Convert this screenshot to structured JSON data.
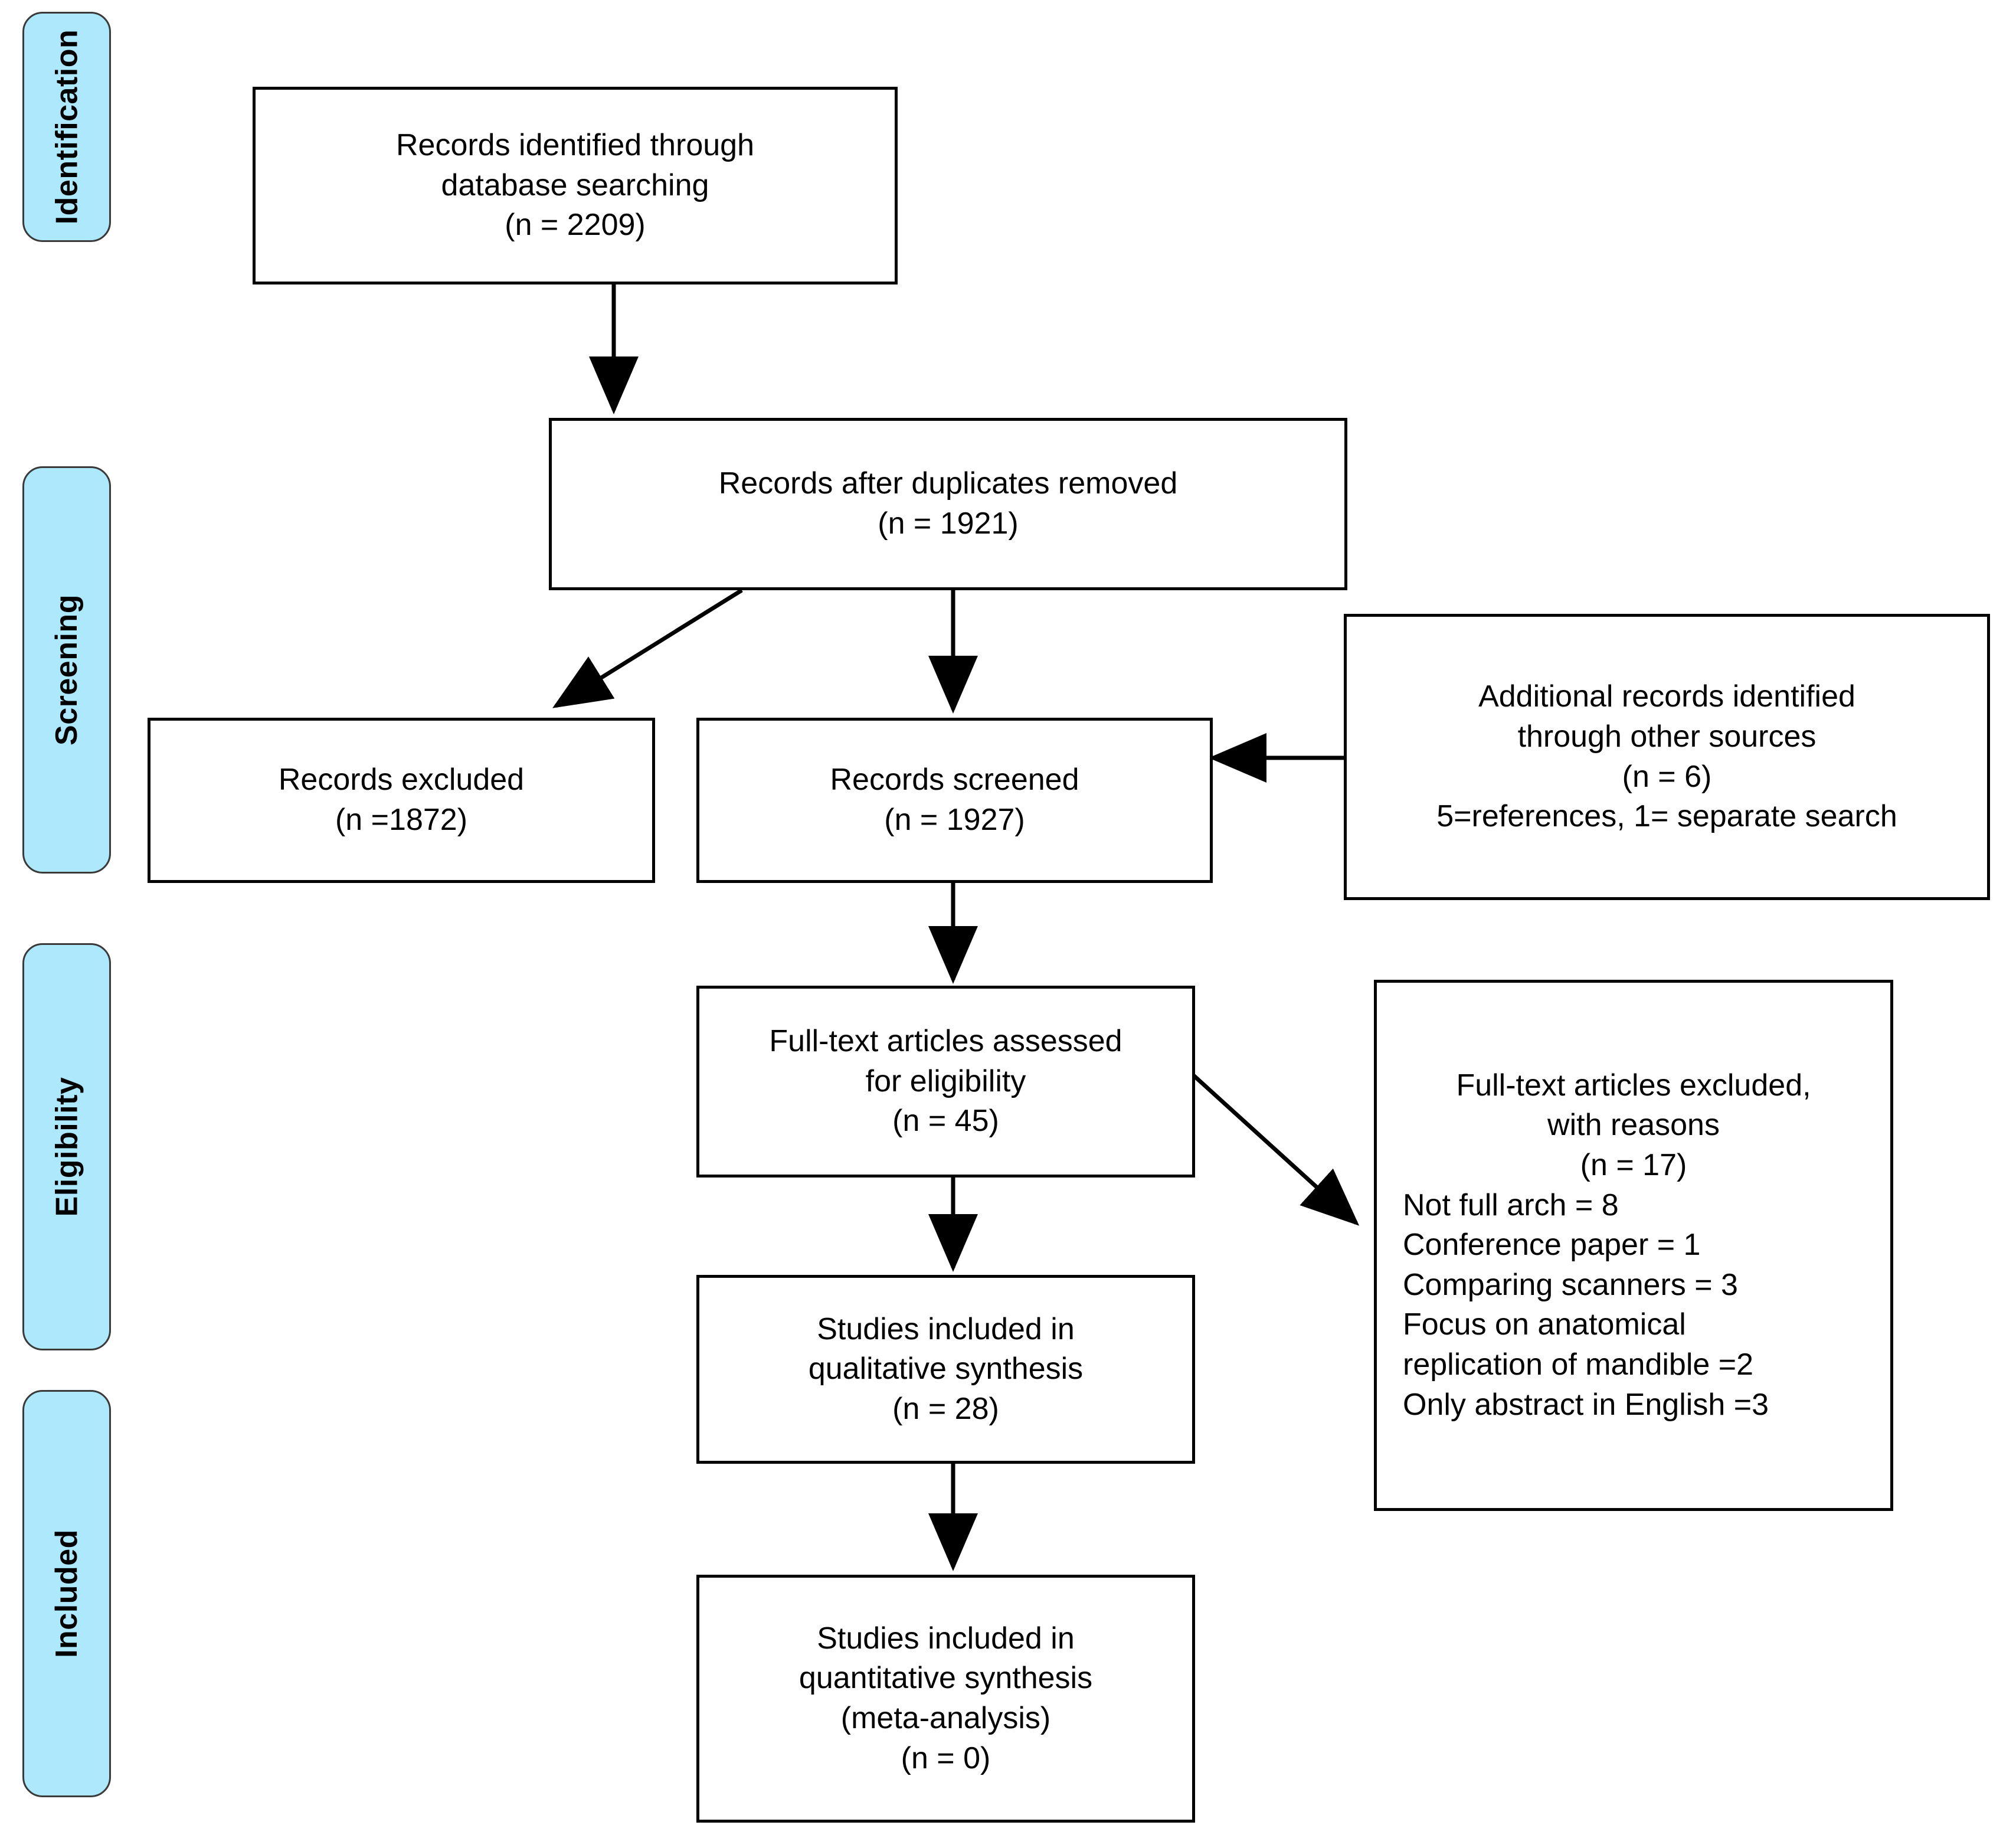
{
  "figure": {
    "type": "prisma-flow-diagram",
    "accent_color": "#ade8fd",
    "border_color": "#000000",
    "pill_border_color": "#3a3a3a",
    "background": "#ffffff"
  },
  "stages": [
    {
      "id": "identification",
      "label": "Identification"
    },
    {
      "id": "screening",
      "label": "Screening"
    },
    {
      "id": "eligibility",
      "label": "Eligibility"
    },
    {
      "id": "included",
      "label": "Included"
    }
  ],
  "boxes": {
    "identified": {
      "l1": "Records identified through",
      "l2": "database searching",
      "l3": "(n = 2209)"
    },
    "after_duplicates": {
      "l1": "Records after duplicates removed",
      "l2": "(n = 1921)"
    },
    "records_excluded": {
      "l1": "Records excluded",
      "l2": "(n =1872)"
    },
    "records_screened": {
      "l1": "Records screened",
      "l2": "(n = 1927)"
    },
    "additional_records": {
      "l1": "Additional records identified",
      "l2": "through other sources",
      "l3": "(n = 6)",
      "l4": "5=references, 1= separate search"
    },
    "fulltext_assessed": {
      "l1": "Full-text articles assessed",
      "l2": "for eligibility",
      "l3": "(n = 45)"
    },
    "fulltext_excluded": {
      "l1": "Full-text articles excluded,",
      "l2": "with reasons",
      "l3": "(n = 17)",
      "r1": "Not full arch = 8",
      "r2": "Conference paper = 1",
      "r3": "Comparing scanners = 3",
      "r4": "Focus on anatomical",
      "r5": "replication of mandible =2",
      "r6": "Only abstract in English =3"
    },
    "qualitative": {
      "l1": "Studies included in",
      "l2": "qualitative synthesis",
      "l3": "(n = 28)"
    },
    "quantitative": {
      "l1": "Studies included in",
      "l2": "quantitative synthesis",
      "l3": "(meta-analysis)",
      "l4": "(n = 0)"
    }
  },
  "chart_data": {
    "type": "diagram",
    "title": "PRISMA flow diagram",
    "nodes": [
      {
        "id": "identified",
        "stage": "Identification",
        "text": "Records identified through database searching",
        "n": 2209
      },
      {
        "id": "after_duplicates",
        "stage": "Screening",
        "text": "Records after duplicates removed",
        "n": 1921
      },
      {
        "id": "records_excluded",
        "stage": "Screening",
        "text": "Records excluded",
        "n": 1872
      },
      {
        "id": "records_screened",
        "stage": "Screening",
        "text": "Records screened",
        "n": 1927
      },
      {
        "id": "additional_records",
        "stage": "Screening",
        "text": "Additional records identified through other sources",
        "n": 6,
        "detail": "5=references, 1= separate search"
      },
      {
        "id": "fulltext_assessed",
        "stage": "Eligibility",
        "text": "Full-text articles assessed for eligibility",
        "n": 45
      },
      {
        "id": "fulltext_excluded",
        "stage": "Eligibility",
        "text": "Full-text articles excluded, with reasons",
        "n": 17,
        "reasons": [
          {
            "reason": "Not full arch",
            "count": 8
          },
          {
            "reason": "Conference paper",
            "count": 1
          },
          {
            "reason": "Comparing scanners",
            "count": 3
          },
          {
            "reason": "Focus on anatomical replication of mandible",
            "count": 2
          },
          {
            "reason": "Only abstract in English",
            "count": 3
          }
        ]
      },
      {
        "id": "qualitative",
        "stage": "Included",
        "text": "Studies included in qualitative synthesis",
        "n": 28
      },
      {
        "id": "quantitative",
        "stage": "Included",
        "text": "Studies included in quantitative synthesis (meta-analysis)",
        "n": 0
      }
    ],
    "edges": [
      {
        "from": "identified",
        "to": "after_duplicates"
      },
      {
        "from": "after_duplicates",
        "to": "records_excluded"
      },
      {
        "from": "after_duplicates",
        "to": "records_screened"
      },
      {
        "from": "additional_records",
        "to": "records_screened"
      },
      {
        "from": "records_screened",
        "to": "fulltext_assessed"
      },
      {
        "from": "fulltext_assessed",
        "to": "fulltext_excluded"
      },
      {
        "from": "fulltext_assessed",
        "to": "qualitative"
      },
      {
        "from": "qualitative",
        "to": "quantitative"
      }
    ]
  }
}
